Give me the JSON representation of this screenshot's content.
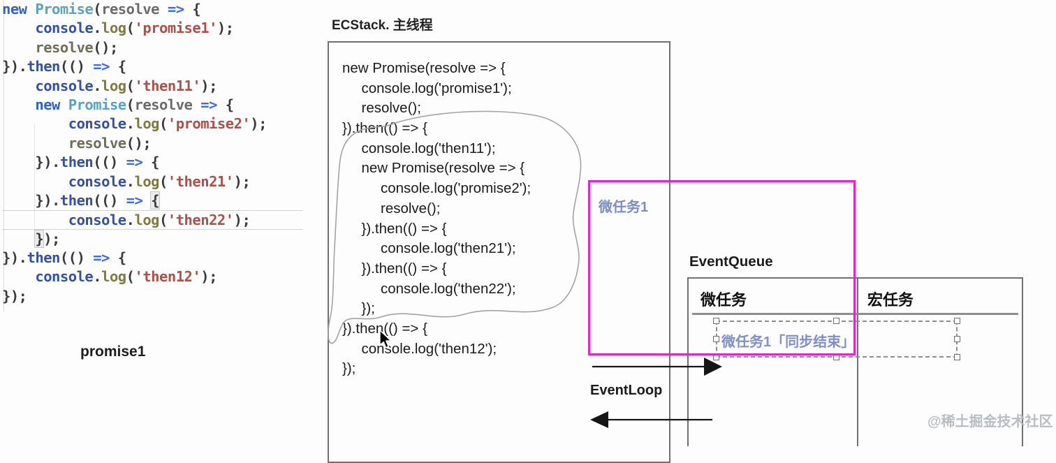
{
  "editor": {
    "current_line_index": 11,
    "output_label": "promise1",
    "lines": [
      [
        {
          "t": "new ",
          "c": "kw"
        },
        {
          "t": "Promise",
          "c": "cls"
        },
        {
          "t": "(",
          "c": "pln"
        },
        {
          "t": "resolve",
          "c": "prm"
        },
        {
          "t": " ",
          "c": "pln"
        },
        {
          "t": "=>",
          "c": "arw"
        },
        {
          "t": " {",
          "c": "pln"
        }
      ],
      [
        {
          "t": "    ",
          "c": "pln"
        },
        {
          "t": "console",
          "c": "obj"
        },
        {
          "t": ".",
          "c": "pln"
        },
        {
          "t": "log",
          "c": "mth"
        },
        {
          "t": "(",
          "c": "pln"
        },
        {
          "t": "'promise1'",
          "c": "str"
        },
        {
          "t": ");",
          "c": "pln"
        }
      ],
      [
        {
          "t": "    ",
          "c": "pln"
        },
        {
          "t": "resolve",
          "c": "res"
        },
        {
          "t": "();",
          "c": "pln"
        }
      ],
      [
        {
          "t": "}).",
          "c": "pln"
        },
        {
          "t": "then",
          "c": "obj"
        },
        {
          "t": "(() ",
          "c": "pln"
        },
        {
          "t": "=>",
          "c": "arw"
        },
        {
          "t": " {",
          "c": "pln"
        }
      ],
      [
        {
          "t": "    ",
          "c": "pln"
        },
        {
          "t": "console",
          "c": "obj"
        },
        {
          "t": ".",
          "c": "pln"
        },
        {
          "t": "log",
          "c": "mth"
        },
        {
          "t": "(",
          "c": "pln"
        },
        {
          "t": "'then11'",
          "c": "str"
        },
        {
          "t": ");",
          "c": "pln"
        }
      ],
      [
        {
          "t": "    ",
          "c": "pln"
        },
        {
          "t": "new ",
          "c": "kw"
        },
        {
          "t": "Promise",
          "c": "cls"
        },
        {
          "t": "(",
          "c": "pln"
        },
        {
          "t": "resolve",
          "c": "prm"
        },
        {
          "t": " ",
          "c": "pln"
        },
        {
          "t": "=>",
          "c": "arw"
        },
        {
          "t": " {",
          "c": "pln"
        }
      ],
      [
        {
          "t": "        ",
          "c": "pln"
        },
        {
          "t": "console",
          "c": "obj"
        },
        {
          "t": ".",
          "c": "pln"
        },
        {
          "t": "log",
          "c": "mth"
        },
        {
          "t": "(",
          "c": "pln"
        },
        {
          "t": "'promise2'",
          "c": "str"
        },
        {
          "t": ");",
          "c": "pln"
        }
      ],
      [
        {
          "t": "        ",
          "c": "pln"
        },
        {
          "t": "resolve",
          "c": "res"
        },
        {
          "t": "();",
          "c": "pln"
        }
      ],
      [
        {
          "t": "    }).",
          "c": "pln"
        },
        {
          "t": "then",
          "c": "obj"
        },
        {
          "t": "(() ",
          "c": "pln"
        },
        {
          "t": "=>",
          "c": "arw"
        },
        {
          "t": " {",
          "c": "pln"
        }
      ],
      [
        {
          "t": "        ",
          "c": "pln"
        },
        {
          "t": "console",
          "c": "obj"
        },
        {
          "t": ".",
          "c": "pln"
        },
        {
          "t": "log",
          "c": "mth"
        },
        {
          "t": "(",
          "c": "pln"
        },
        {
          "t": "'then21'",
          "c": "str"
        },
        {
          "t": ");",
          "c": "pln"
        }
      ],
      [
        {
          "t": "    }).",
          "c": "pln"
        },
        {
          "t": "then",
          "c": "obj"
        },
        {
          "t": "(() ",
          "c": "pln"
        },
        {
          "t": "=>",
          "c": "arw"
        },
        {
          "t": " ",
          "c": "pln"
        },
        {
          "t": "{",
          "c": "pln bh"
        }
      ],
      [
        {
          "t": "        ",
          "c": "pln"
        },
        {
          "t": "console",
          "c": "obj"
        },
        {
          "t": ".",
          "c": "pln"
        },
        {
          "t": "log",
          "c": "mth"
        },
        {
          "t": "(",
          "c": "pln"
        },
        {
          "t": "'then22'",
          "c": "str"
        },
        {
          "t": ");",
          "c": "pln"
        }
      ],
      [
        {
          "t": "    ",
          "c": "pln"
        },
        {
          "t": "}",
          "c": "pln bh"
        },
        {
          "t": ");",
          "c": "pln"
        }
      ],
      [
        {
          "t": "}).",
          "c": "pln"
        },
        {
          "t": "then",
          "c": "obj"
        },
        {
          "t": "(() ",
          "c": "pln"
        },
        {
          "t": "=>",
          "c": "arw"
        },
        {
          "t": " {",
          "c": "pln"
        }
      ],
      [
        {
          "t": "    ",
          "c": "pln"
        },
        {
          "t": "console",
          "c": "obj"
        },
        {
          "t": ".",
          "c": "pln"
        },
        {
          "t": "log",
          "c": "mth"
        },
        {
          "t": "(",
          "c": "pln"
        },
        {
          "t": "'then12'",
          "c": "str"
        },
        {
          "t": ");",
          "c": "pln"
        }
      ],
      [
        {
          "t": "});",
          "c": "pln"
        }
      ]
    ]
  },
  "whiteboard": {
    "title": "ECStack.  主线程",
    "code_lines": [
      {
        "i": 0,
        "t": "new Promise(resolve => {"
      },
      {
        "i": 1,
        "t": "console.log('promise1');"
      },
      {
        "i": 1,
        "t": "resolve();"
      },
      {
        "i": 0,
        "t": "}).then(() => {"
      },
      {
        "i": 1,
        "t": "console.log('then11');"
      },
      {
        "i": 1,
        "t": "new Promise(resolve => {"
      },
      {
        "i": 2,
        "t": "console.log('promise2');"
      },
      {
        "i": 2,
        "t": "resolve();"
      },
      {
        "i": 1,
        "t": "}).then(() => {"
      },
      {
        "i": 2,
        "t": "console.log('then21');"
      },
      {
        "i": 1,
        "t": "}).then(() => {"
      },
      {
        "i": 2,
        "t": "console.log('then22');"
      },
      {
        "i": 1,
        "t": "});"
      },
      {
        "i": 0,
        "t": "}).then(() => {"
      },
      {
        "i": 1,
        "t": "console.log('then12');"
      },
      {
        "i": 0,
        "t": "});"
      }
    ]
  },
  "pink": {
    "label": "微任务1"
  },
  "queue": {
    "label": "EventQueue",
    "micro_header": "微任务",
    "macro_header": "宏任务",
    "micro_item": "微任务1「同步结束」"
  },
  "loop": {
    "label": "EventLoop"
  },
  "watermark": {
    "text": "@稀土掘金技术社区"
  },
  "colors": {
    "highlight_box": "#ea21ce",
    "annotation_blue": "#7b8cc7",
    "diagram_line": "#707070"
  }
}
